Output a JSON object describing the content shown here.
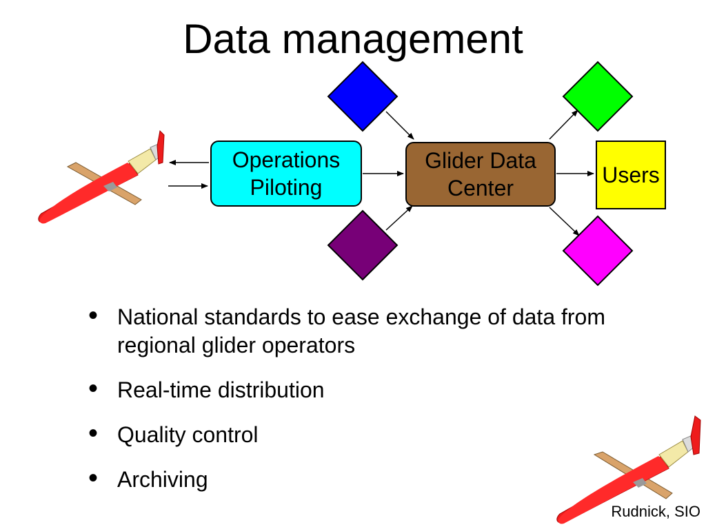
{
  "title": "Data management",
  "nodes": {
    "operations": {
      "line1": "Operations",
      "line2": "Piloting",
      "color": "#00ffff"
    },
    "center": {
      "line1": "Glider Data",
      "line2": "Center",
      "color": "#996633"
    },
    "users": {
      "label": "Users",
      "color": "#ffff00"
    }
  },
  "diamonds": {
    "top_left": "#0000ff",
    "bottom_left": "#770077",
    "top_right": "#00ff00",
    "bottom_right": "#ff00ff"
  },
  "bullets": [
    {
      "text": "National standards to ease exchange of data from regional glider operators"
    },
    {
      "text": "Real-time distribution"
    },
    {
      "text": "Quality control"
    },
    {
      "text": "Archiving"
    }
  ],
  "credit": "Rudnick, SIO",
  "icons": [
    "glider-icon"
  ]
}
